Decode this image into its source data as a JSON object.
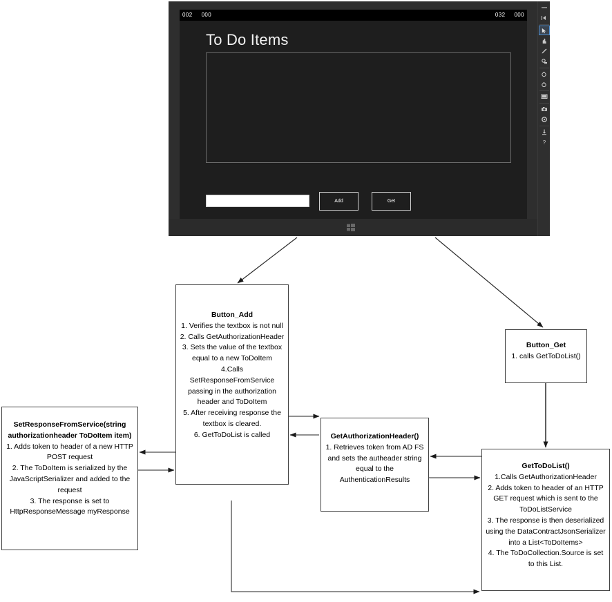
{
  "emulator": {
    "status_bar": {
      "left_values": [
        "002",
        "000"
      ],
      "right_values": [
        "032",
        "000"
      ]
    },
    "app": {
      "title": "To Do Items",
      "list_panel_items": [],
      "input_value": "",
      "input_placeholder": "",
      "add_label": "Add",
      "get_label": "Get"
    },
    "toolbar": {
      "icons": [
        {
          "name": "minimize-icon",
          "glyph": "−"
        },
        {
          "name": "collapse-icon",
          "glyph": "⇤"
        },
        {
          "name": "pointer-icon",
          "glyph": "◢"
        },
        {
          "name": "hand-icon",
          "glyph": "✋"
        },
        {
          "name": "pen-icon",
          "glyph": "✒"
        },
        {
          "name": "zoom-icon",
          "glyph": "⌕"
        },
        {
          "name": "rotate-left-icon",
          "glyph": "↺"
        },
        {
          "name": "rotate-right-icon",
          "glyph": "↻"
        },
        {
          "name": "screen-icon",
          "glyph": "▣"
        },
        {
          "name": "camera-icon",
          "glyph": "◉"
        },
        {
          "name": "gear-icon",
          "glyph": "⚙"
        },
        {
          "name": "download-icon",
          "glyph": "↓"
        },
        {
          "name": "help-icon",
          "glyph": "?"
        }
      ]
    }
  },
  "diagram": {
    "boxes": {
      "button_add": {
        "title": "Button_Add",
        "body": "1.  Verifies the textbox is not null\n2.  Calls GetAuthorizationHeader\n3.  Sets the value of the textbox equal to a new ToDoItem\n4.Calls SetResponseFromService passing in the authorization header and ToDoItem\n5.  After receiving response the textbox is cleared.\n6.  GetToDoList is called"
      },
      "button_get": {
        "title": "Button_Get",
        "body": "1.  calls GetToDoList()"
      },
      "set_response_from_service": {
        "title": "SetResponseFromService(string authorizationheader ToDoItem item)",
        "body": "1.   Adds token to header of a new HTTP POST request\n2.  The ToDoItem is serialized by the JavaScriptSerializer and added to the request\n3.  The response is set to HttpResponseMessage myResponse"
      },
      "get_authorization_header": {
        "title": "GetAuthorizationHeader()",
        "body": "1. Retrieves token from AD FS and sets the autheader string equal to the AuthenticationResults"
      },
      "get_todo_list": {
        "title": "GetToDoList()",
        "body": "1.Calls GetAuthorizationHeader\n2. Adds token to header of an HTTP GET request which is sent to the ToDoListService\n3.  The response is then deserialized using the DataContractJsonSerializer into a List<ToDoItems>\n4.  The ToDoCollection.Source is set to this List."
      }
    },
    "colors": {
      "box_border": "#404040",
      "box_fill": "#ffffff",
      "connector": "#4d4d4d",
      "text": "#000000"
    }
  }
}
